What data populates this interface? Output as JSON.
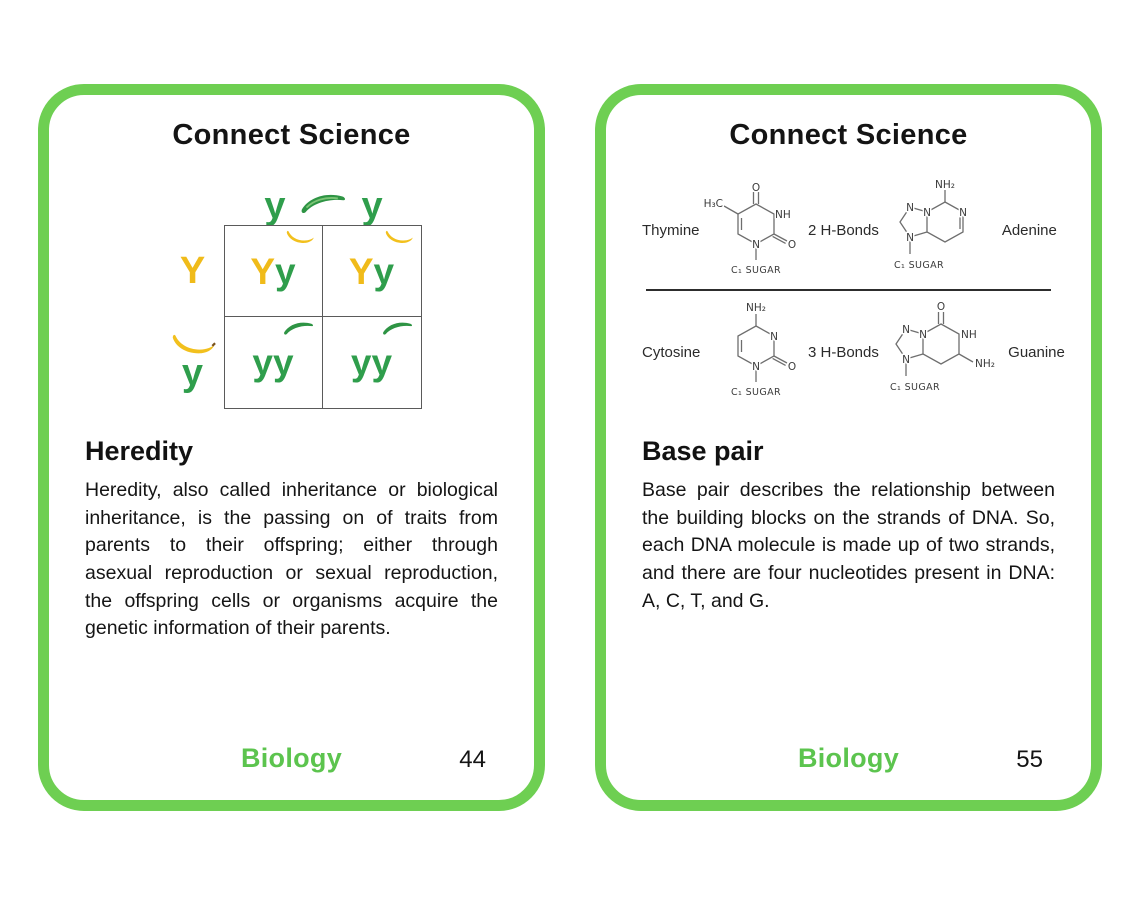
{
  "colors": {
    "card_border": "#6ecf52",
    "biology_green": "#5cc44e",
    "allele_green": "#2f9e4c",
    "allele_yellow": "#f0bb1a",
    "text": "#151515"
  },
  "cards": [
    {
      "title": "Connect Science",
      "heading": "Heredity",
      "body": "Heredity, also called inheritance or biological inheritance, is the passing on of traits from parents to their offspring; either through asexual reproduction or sexual reproduction, the offspring cells or organisms acquire the genetic information of their parents.",
      "footer_label": "Biology",
      "page_number": "44",
      "punnett": {
        "top_alleles": [
          "y",
          "y"
        ],
        "left_alleles": [
          "Y",
          "y"
        ],
        "cells": [
          {
            "a": "Y",
            "b": "y"
          },
          {
            "a": "Y",
            "b": "y"
          },
          {
            "a": "y",
            "b": "y"
          },
          {
            "a": "y",
            "b": "y"
          }
        ]
      }
    },
    {
      "title": "Connect Science",
      "heading": "Base pair",
      "body": "Base pair describes the relationship between the building blocks on the strands of DNA. So, each DNA molecule is made up of two strands, and there are four nucleotides present in DNA: A, C, T, and G.",
      "footer_label": "Biology",
      "page_number": "55",
      "pairs": [
        {
          "left_name": "Thymine",
          "bonds": "2 H-Bonds",
          "right_name": "Adenine"
        },
        {
          "left_name": "Cytosine",
          "bonds": "3 H-Bonds",
          "right_name": "Guanine"
        }
      ],
      "molecules": {
        "sugar": "C₁ SUGAR",
        "thymine": {
          "methyl": "H₃C",
          "o_top": "O",
          "nh": "NH",
          "o_side": "O",
          "n_bottom": "N"
        },
        "adenine": {
          "amine": "NH₂",
          "n_a": "N",
          "n_b": "N",
          "n_c": "N",
          "n_d": "N"
        },
        "cytosine": {
          "amine": "NH₂",
          "n_right": "N",
          "o_side": "O",
          "n_bottom": "N"
        },
        "guanine": {
          "o_top": "O",
          "nh": "NH",
          "amine": "NH₂",
          "n_a": "N",
          "n_b": "N",
          "n_c": "N"
        }
      }
    }
  ]
}
